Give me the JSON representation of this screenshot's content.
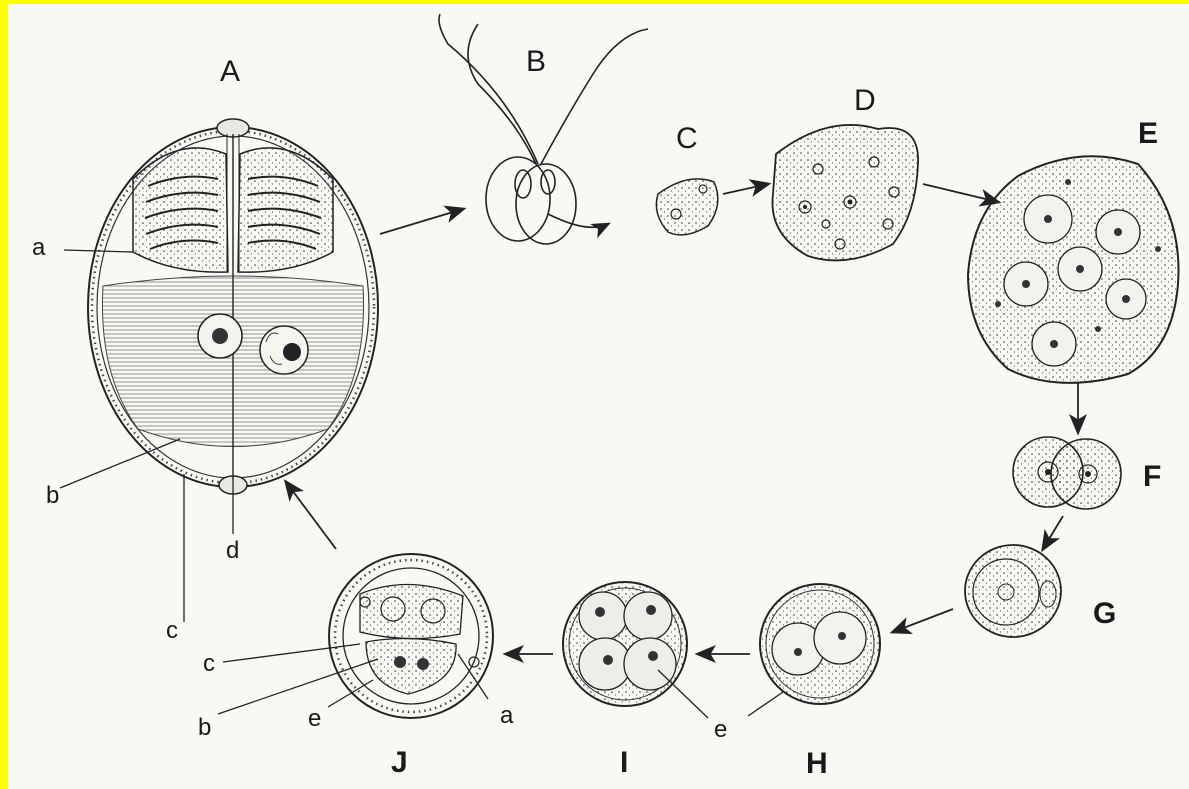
{
  "figure": {
    "colors": {
      "background": "#f8f8f5",
      "border": "#ffff00",
      "ink": "#1a1a1a"
    },
    "stages": {
      "A": "A",
      "B": "B",
      "C": "C",
      "D": "D",
      "E": "E",
      "F": "F",
      "G": "G",
      "H": "H",
      "I": "I",
      "J": "J"
    },
    "part_labels": {
      "A_a": "a",
      "A_b": "b",
      "A_c": "c",
      "A_d": "d",
      "J_c": "c",
      "J_b": "b",
      "J_e": "e",
      "J_a": "a",
      "I_e": "e",
      "H_e": "e"
    },
    "flow": [
      "A",
      "B",
      "C",
      "D",
      "E",
      "F",
      "G",
      "H",
      "I",
      "J",
      "A"
    ]
  }
}
